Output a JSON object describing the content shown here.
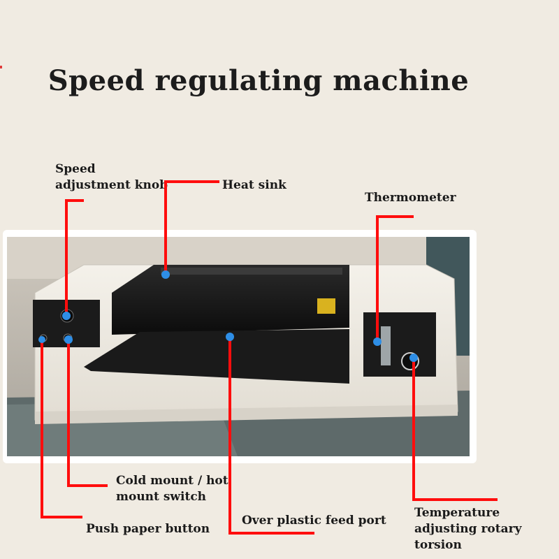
{
  "title": "Speed regulating machine",
  "labels": {
    "speed_knob": [
      "Speed",
      "adjustment knob"
    ],
    "heat_sink": "Heat sink",
    "thermometer": "Thermometer",
    "mount_switch": [
      "Cold mount / hot",
      "mount switch"
    ],
    "push_paper": "Push paper button",
    "feed_port": "Over plastic feed port",
    "temp_knob": [
      "Temperature",
      "adjusting rotary",
      "torsion"
    ]
  },
  "colors": {
    "callout_line": "#ff0d0d",
    "callout_dot": "#2e8ee6",
    "background": "#f0ebe2"
  }
}
